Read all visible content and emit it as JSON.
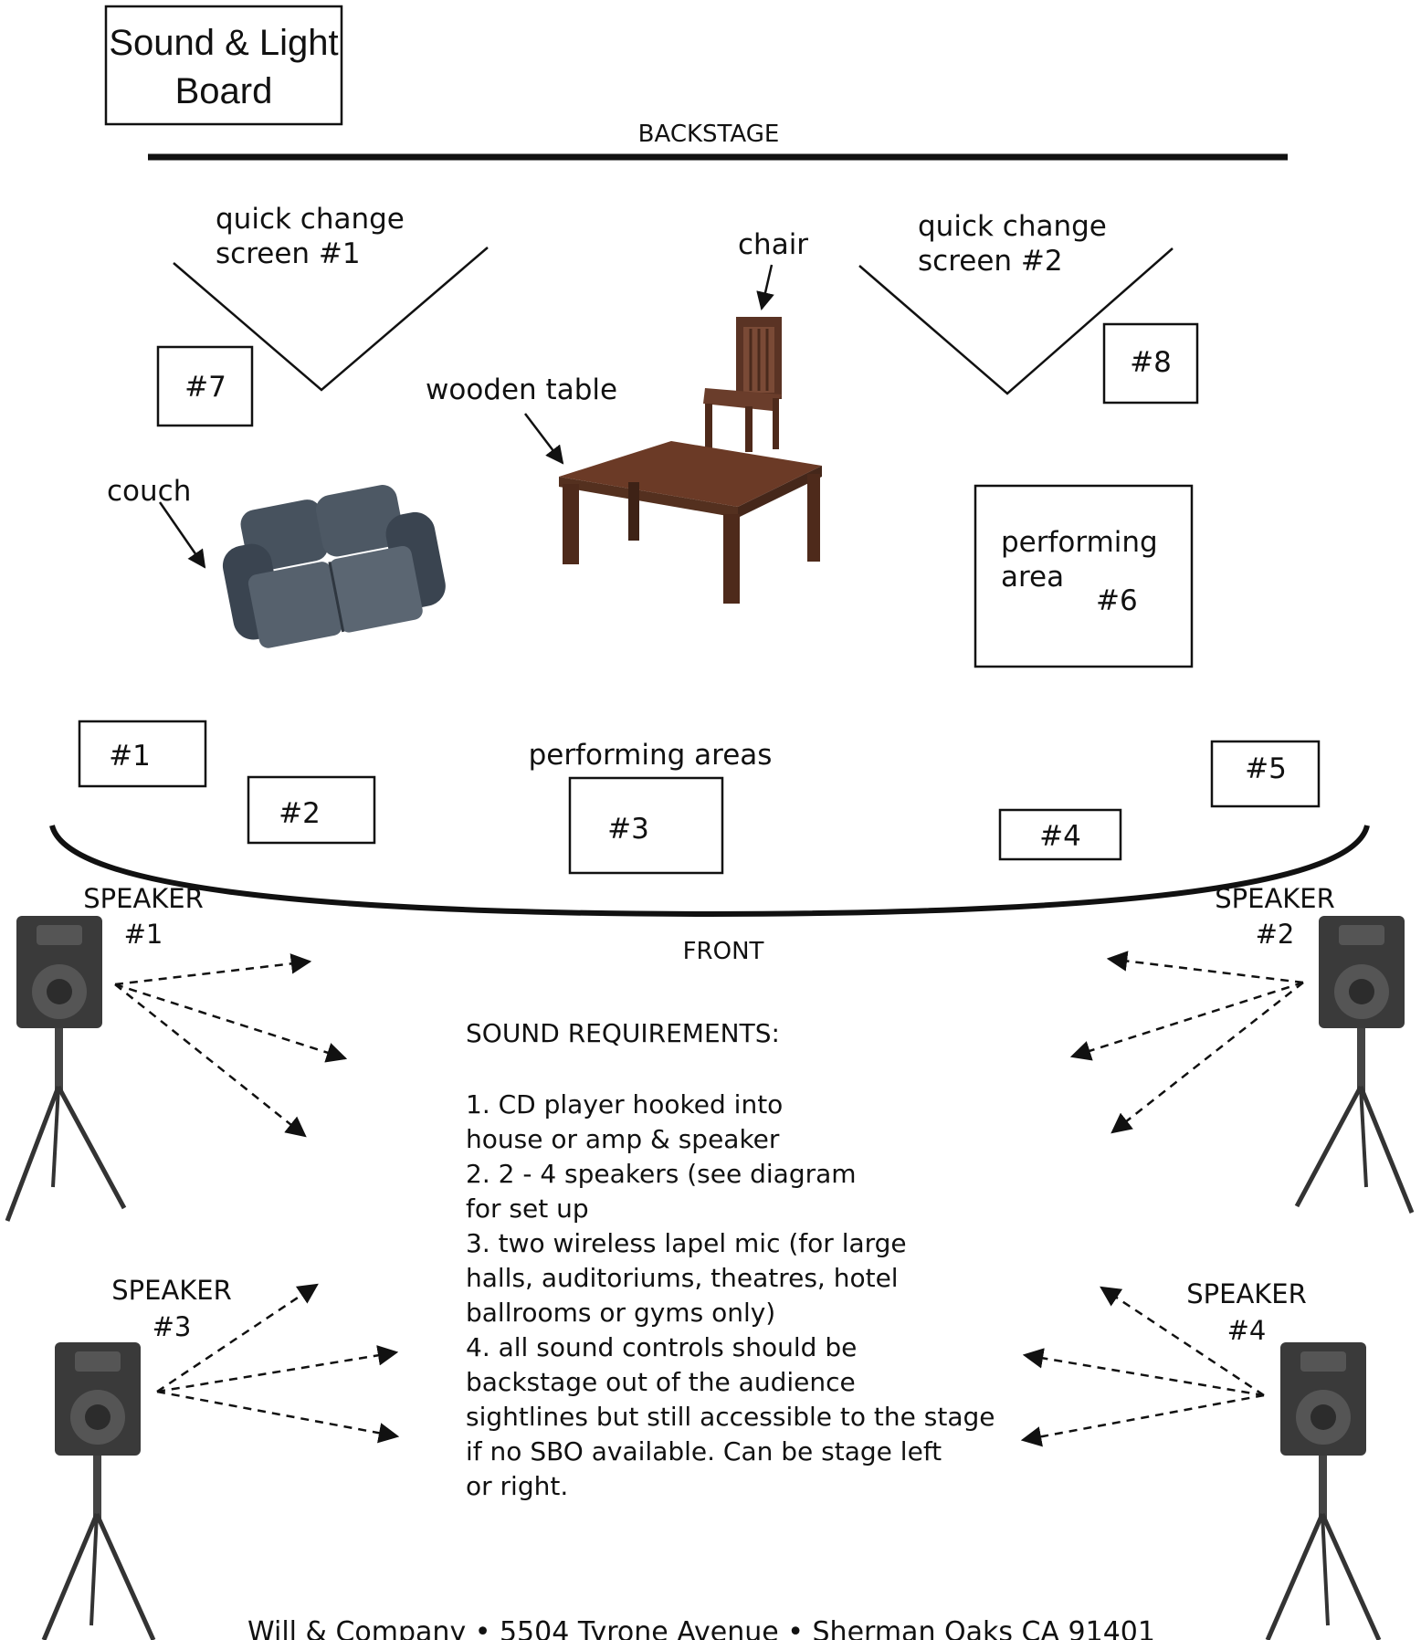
{
  "board": {
    "line1": "Sound & Light",
    "line2": "Board"
  },
  "backstage": "BACKSTAGE",
  "front": "FRONT",
  "screens": {
    "s1": {
      "line1": "quick change",
      "line2": "screen #1"
    },
    "s2": {
      "line1": "quick change",
      "line2": "screen #2"
    }
  },
  "props": {
    "chair": "chair",
    "table": "wooden table",
    "couch": "couch"
  },
  "area6": {
    "line1": "performing",
    "line2": "area",
    "num": "#6"
  },
  "performing_areas": "performing areas",
  "areas": {
    "a1": "#1",
    "a2": "#2",
    "a3": "#3",
    "a4": "#4",
    "a5": "#5",
    "a7": "#7",
    "a8": "#8"
  },
  "speakers": {
    "s1": {
      "label": "SPEAKER",
      "num": "#1"
    },
    "s2": {
      "label": "SPEAKER",
      "num": "#2"
    },
    "s3": {
      "label": "SPEAKER",
      "num": "#3"
    },
    "s4": {
      "label": "SPEAKER",
      "num": "#4"
    }
  },
  "requirements": {
    "title": "SOUND REQUIREMENTS:",
    "lines": [
      "1. CD player hooked into",
      "house or amp & speaker",
      "2.  2 - 4 speakers (see diagram",
      "for set up",
      "3.  two wireless lapel mic (for large",
      "halls,  auditoriums, theatres, hotel",
      "ballrooms or gyms only)",
      "4.  all sound controls should be",
      "backstage out of the audience",
      "sightlines but still accessible to the stage",
      "if no SBO available.  Can be stage left",
      "or right."
    ]
  },
  "footer": "Will & Company  •  5504 Tyrone Avenue  •  Sherman Oaks CA  91401",
  "colors": {
    "ink": "#111111",
    "table_top": "#6b3a26",
    "table_leg": "#4e2a1b",
    "couch": "#3c4652",
    "speaker": "#3a3a3a"
  }
}
